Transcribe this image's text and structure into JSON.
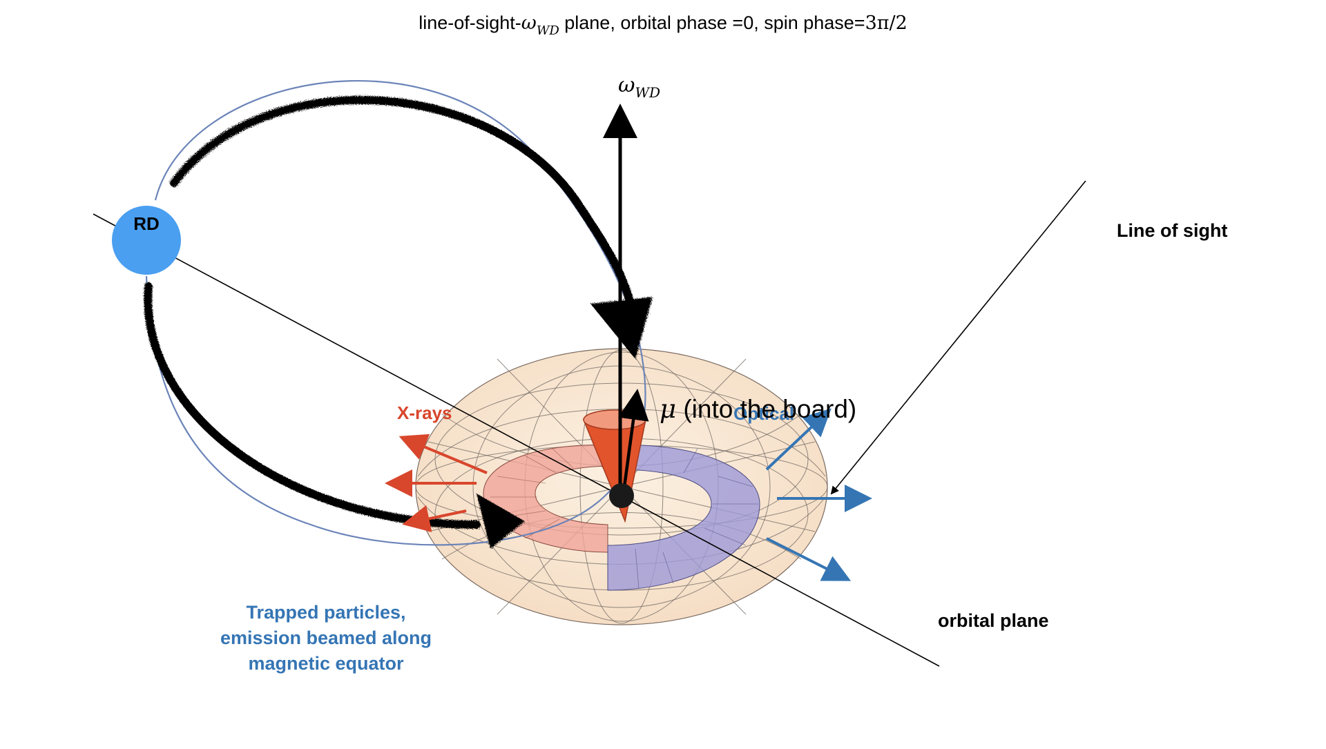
{
  "title": {
    "prefix": "line-of-sight-",
    "omega": "ω",
    "omega_sub": "WD",
    "mid": " plane, orbital phase =0, spin phase=",
    "phase": "3π/2"
  },
  "labels": {
    "rd": "RD",
    "omega_wd": "ω",
    "omega_wd_sub": "WD",
    "mu": "μ",
    "mu_note": " (into the board)",
    "xrays": "X-rays",
    "optical": "Optical",
    "line_of_sight": "Line of sight",
    "orbital_plane": "orbital plane",
    "trapped_1": "Trapped particles,",
    "trapped_2": "emission beamed along",
    "trapped_3": "magnetic equator"
  },
  "colors": {
    "xray_red": "#d8462c",
    "optical_blue": "#3575b4",
    "rd_blue": "#4a9ff0",
    "orbit_line": "#6b84b8",
    "torus_fill": "#f6dcc0",
    "band_red": "#f0a59a",
    "band_blue": "#9e9ad8",
    "cone_red": "#e2542c"
  }
}
